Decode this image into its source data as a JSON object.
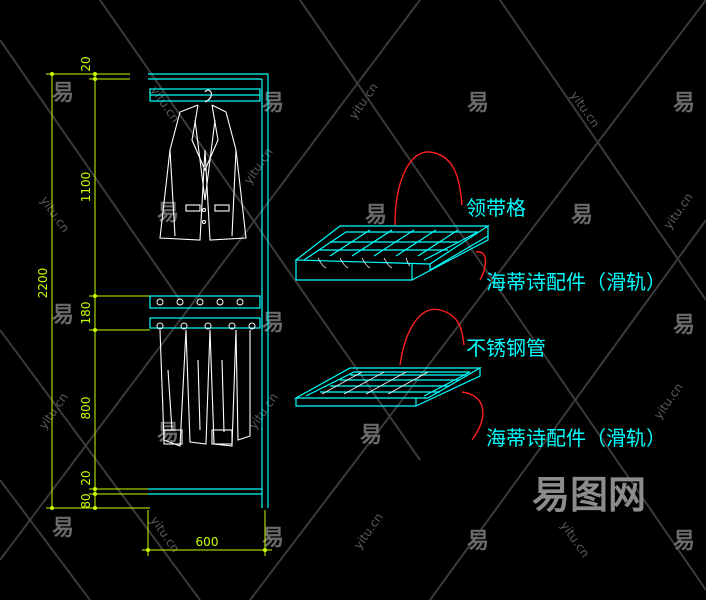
{
  "dimensions": {
    "total_height": "2200",
    "top_gap": "20",
    "hanging_zone": "1100",
    "shelf_zone": "180",
    "lower_zone": "800",
    "bottom_gap": "20",
    "base": "80",
    "width": "600"
  },
  "labels": {
    "tie_rack": "领带格",
    "accessory_slide_1": "海蒂诗配件（滑轨）",
    "stainless_tube": "不锈钢管",
    "accessory_slide_2": "海蒂诗配件（滑轨）"
  },
  "watermarks": {
    "yi": "易",
    "site": "yitu.cn",
    "brand": "易图网"
  },
  "colors": {
    "background": "#000000",
    "outline": "#00ffff",
    "garment": "#ffffff",
    "dimension": "#c8ff00",
    "leader": "#ff2020",
    "grid_lines": "#3a3a3a"
  }
}
